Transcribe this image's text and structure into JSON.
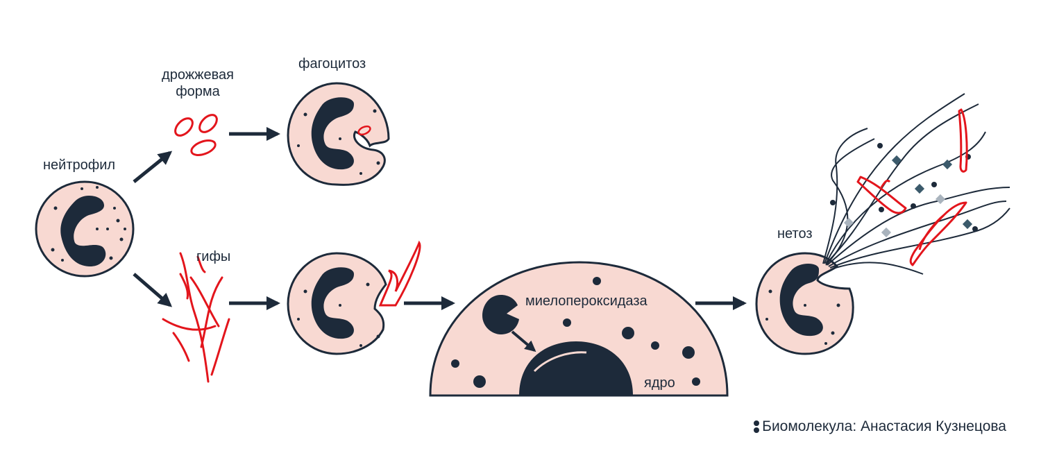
{
  "labels": {
    "neutrophil": "нейтрофил",
    "yeast_form_line1": "дрожжевая",
    "yeast_form_line2": "форма",
    "phagocytosis": "фагоцитоз",
    "hyphae": "гифы",
    "myeloperoxidase": "миелопероксидаза",
    "nucleus": "ядро",
    "netosis": "нетоз"
  },
  "credit": "Биомолекула: Анастасия Кузнецова",
  "colors": {
    "cytoplasm": "#f8d9d2",
    "outline": "#1d2a3a",
    "nucleus": "#1d2a3a",
    "fungus_red": "#e3151c",
    "net_gray": "#a9b3bd",
    "net_teal": "#3b5a6b"
  }
}
